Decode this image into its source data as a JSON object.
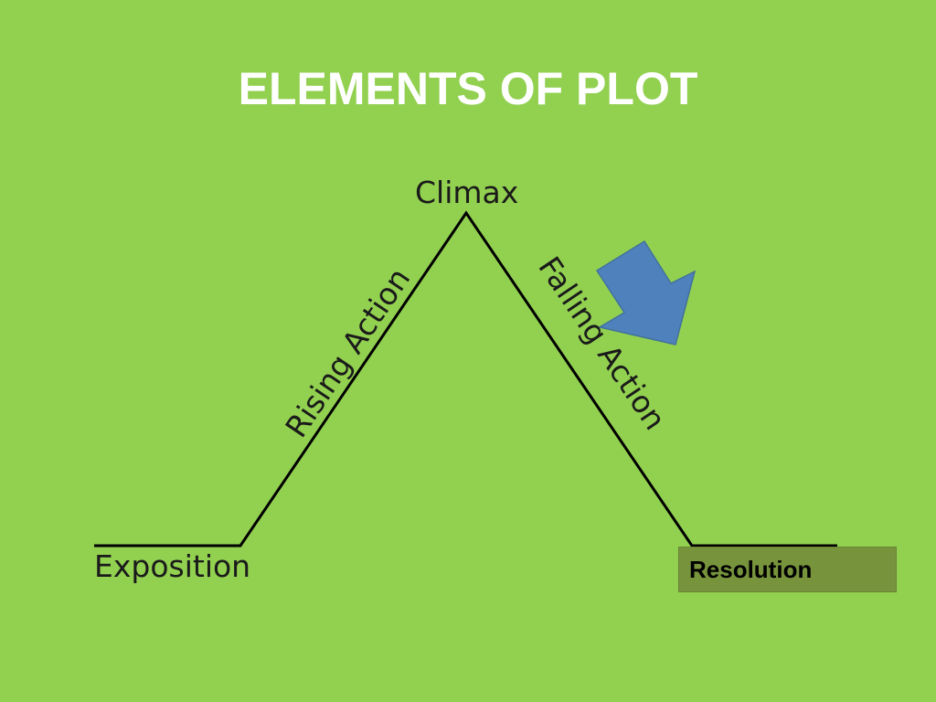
{
  "slide": {
    "title": "ELEMENTS OF PLOT",
    "background_color": "#92d050",
    "title_color": "#ffffff"
  },
  "diagram": {
    "labels": {
      "climax": "Climax",
      "rising_action": "Rising Action",
      "falling_action": "Falling Action",
      "exposition": "Exposition",
      "resolution": "Resolution"
    },
    "line_color": "#000000",
    "arrow_color": "#4f81bd",
    "arrow_icon": "arrow-down-right-icon",
    "resolution_box_color": "#77933c"
  }
}
